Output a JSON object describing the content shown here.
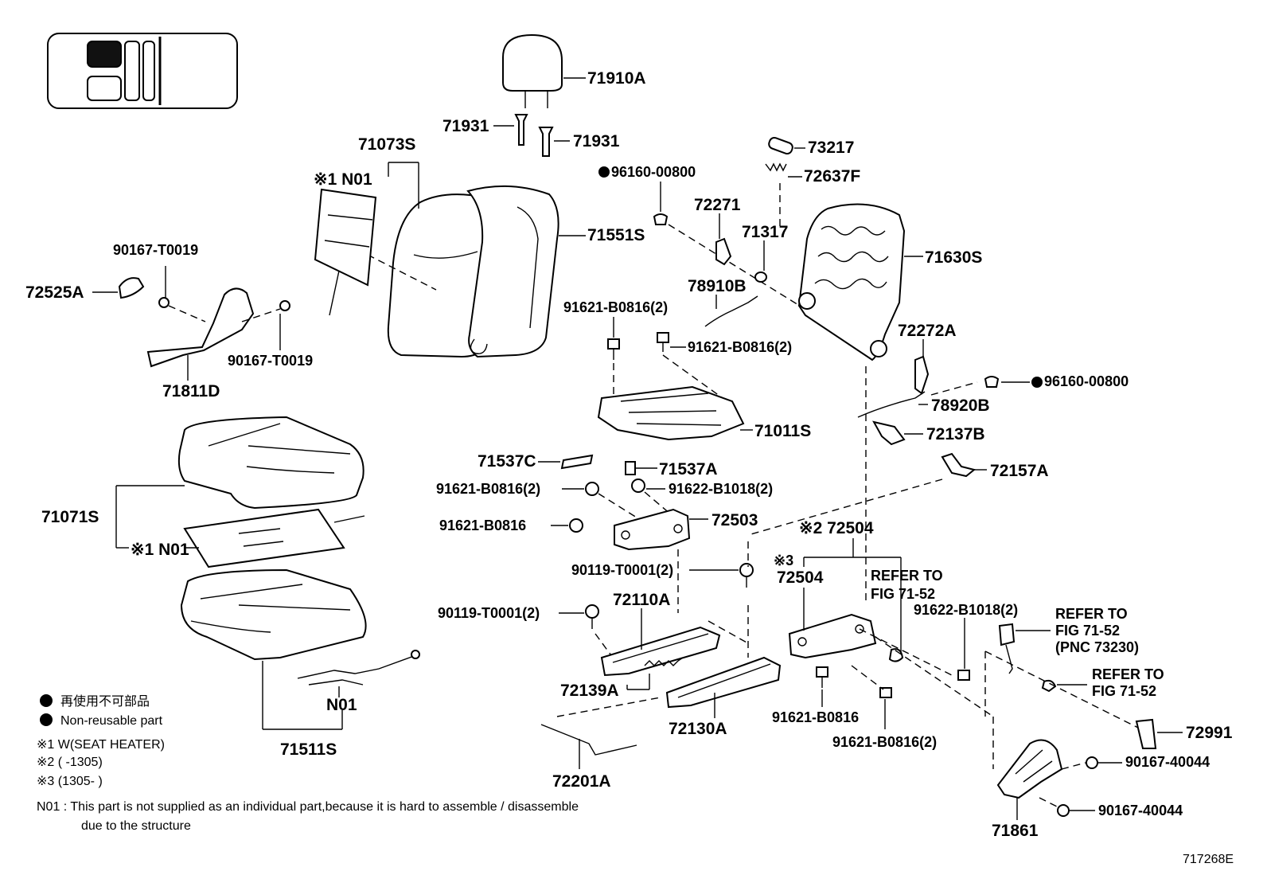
{
  "diagram_code": "717268E",
  "labels": {
    "headrest": "71910A",
    "guide1": "71931",
    "guide2": "71931",
    "back_cover": "71073S",
    "back_heater": "※1 N01",
    "back_pad": "71551S",
    "clip1": "90167-T0019",
    "clip2": "90167-T0019",
    "knob": "72525A",
    "shield": "71811D",
    "nut_a": "96160-00800",
    "pin": "73217",
    "spring": "72637F",
    "lever_a": "72271",
    "bush": "71317",
    "cable_a": "78910B",
    "back_frame": "71630S",
    "bolt_a": "91621-B0816(2)",
    "bolt_b": "91621-B0816(2)",
    "lever_b": "72272A",
    "nut_b": "96160-00800",
    "cable_b": "78920B",
    "cover_b": "72137B",
    "cover_a": "72157A",
    "cushion_frame": "71011S",
    "pad_c": "71537C",
    "pad_a": "71537A",
    "bolt_c": "91621-B0816(2)",
    "bolt_d": "91622-B1018(2)",
    "bolt_e": "91621-B0816",
    "adjuster": "72503",
    "seat_cover": "71071S",
    "seat_heater": "※1 N01",
    "screw_a": "90119-T0001(2)",
    "screw_b": "90119-T0001(2)",
    "rail_a": "72110A",
    "spring_b": "72139A",
    "rail_b": "72130A",
    "wire": "72201A",
    "seat_pad": "71511S",
    "heater_n01": "N01",
    "adj2": "※2 72504",
    "adj3_mark": "※3",
    "adj3": "72504",
    "refer1_a": "REFER TO",
    "refer1_b": "FIG 71-52",
    "bolt_f": "91622-B1018(2)",
    "refer2_a": "REFER TO",
    "refer2_b": "FIG 71-52",
    "refer2_c": "(PNC 73230)",
    "refer3_a": "REFER TO",
    "refer3_b": "FIG 71-52",
    "bolt_g": "91621-B0816",
    "bolt_h": "91621-B0816(2)",
    "bracket": "72991",
    "screw_c": "90167-40044",
    "screw_d": "90167-40044",
    "side_cover": "71861"
  },
  "legend": {
    "item1": "再使用不可部品",
    "item2": "Non-reusable part",
    "note1": "※1 W(SEAT HEATER)",
    "note2": "※2 (      -1305)",
    "note3": "※3 (1305-      )",
    "n01_line1": "N01 :  This part is not supplied as an individual part,because it is hard to assemble / disassemble",
    "n01_line2": "due to the structure"
  }
}
